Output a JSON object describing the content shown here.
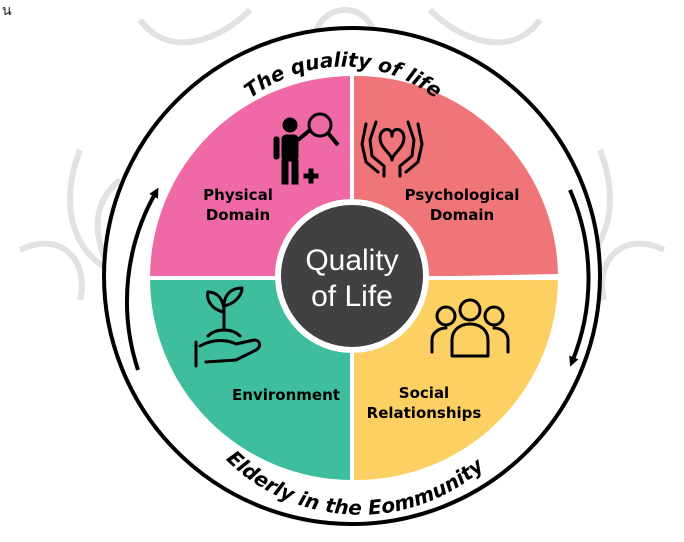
{
  "corner_text": "น",
  "ring": {
    "top_label": "The quality of life",
    "bottom_label": "Elderly in the Eommunity"
  },
  "center": {
    "line1": "Quality",
    "line2": "of Life"
  },
  "quadrants": {
    "physical": {
      "line1": "Physical",
      "line2": "Domain",
      "color": "#EE69A6",
      "icon": "person-magnifier-icon"
    },
    "psychological": {
      "line1": "Psychological",
      "line2": "Domain",
      "color": "#F07578",
      "icon": "heart-hands-icon"
    },
    "environment": {
      "line1": "Environment",
      "color": "#3EBE9D",
      "icon": "plant-hand-icon"
    },
    "social": {
      "line1": "Social",
      "line2": "Relationships",
      "color": "#FCD063",
      "icon": "people-group-icon"
    }
  },
  "colors": {
    "center_fill": "#414042",
    "ring_stroke": "#000000",
    "watermark": "#e4e4e4"
  }
}
